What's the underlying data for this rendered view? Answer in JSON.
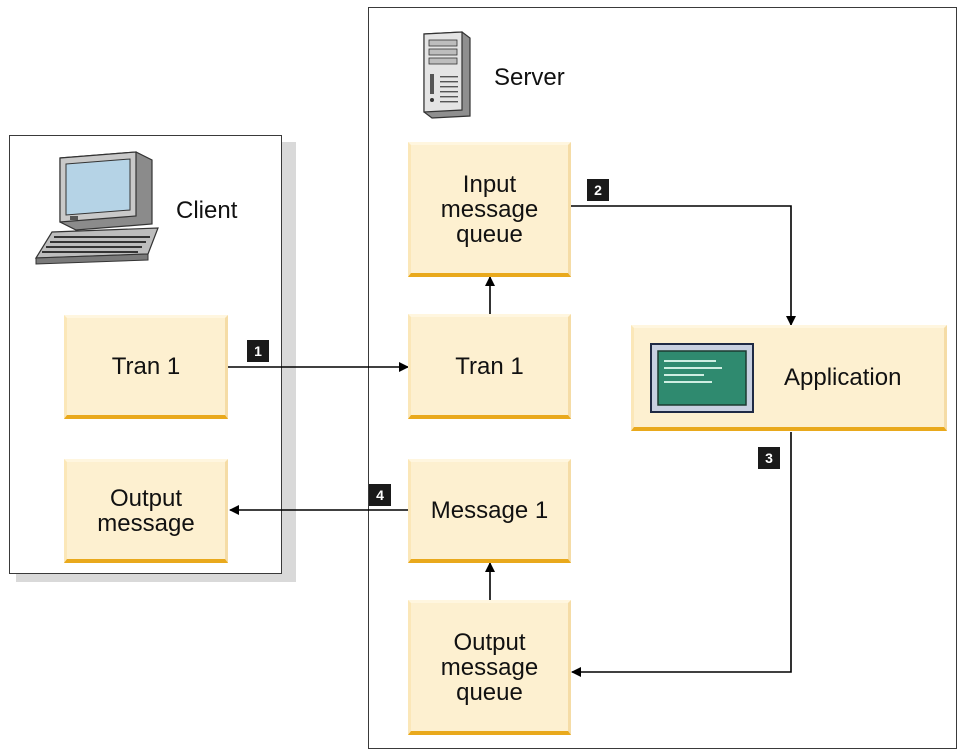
{
  "client": {
    "label": "Client",
    "tran": "Tran 1",
    "output_message": "Output\nmessage"
  },
  "server": {
    "label": "Server",
    "input_queue": "Input\nmessage\nqueue",
    "tran": "Tran 1",
    "message": "Message 1",
    "output_queue": "Output\nmessage\nqueue",
    "application": "Application"
  },
  "steps": [
    "1",
    "2",
    "3",
    "4"
  ],
  "colors": {
    "node_fill": "#fdf0d0",
    "node_accent": "#e9a91c",
    "screen": "#2f8a6f",
    "border": "#3a3a3a"
  }
}
